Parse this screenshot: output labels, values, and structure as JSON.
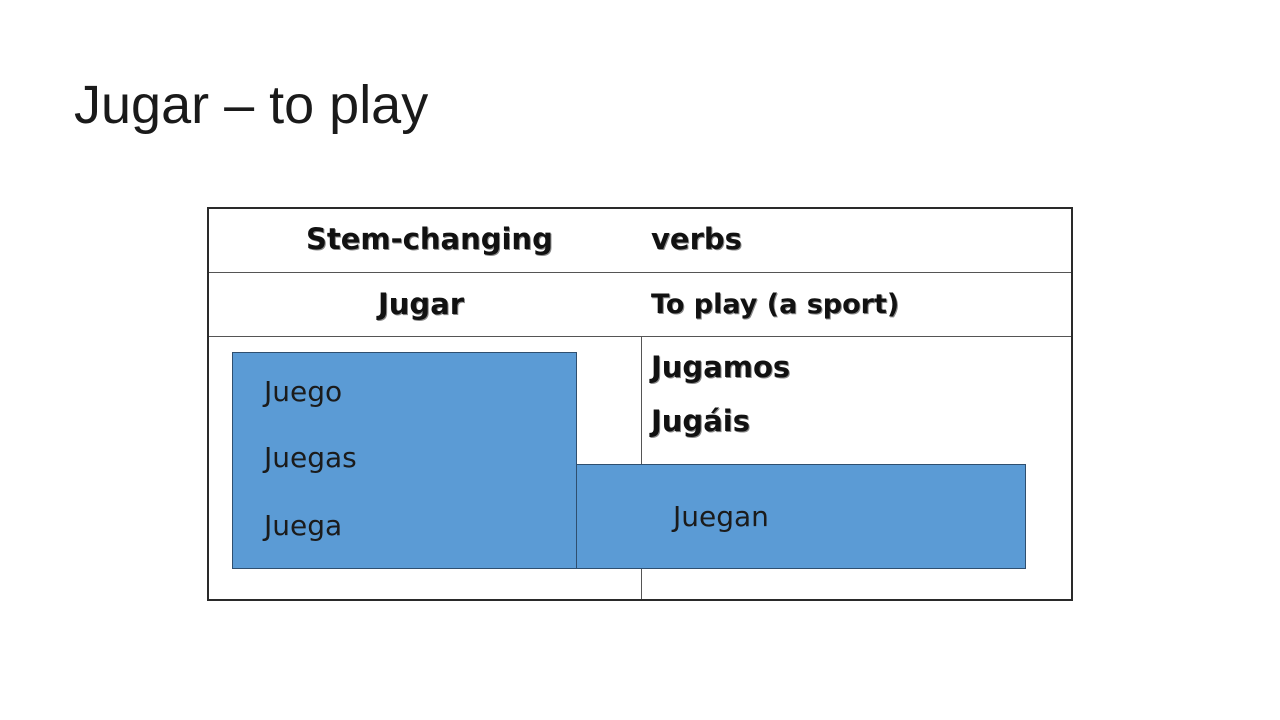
{
  "slide": {
    "title": "Jugar – to play"
  },
  "table": {
    "header_left": "Stem-changing",
    "header_right": "verbs",
    "verb": "Jugar",
    "meaning": "To play (a sport)",
    "plural_forms": [
      "Jugamos",
      "Jugáis"
    ]
  },
  "boxes": {
    "singular_forms": [
      "Juego",
      "Juegas",
      "Juega"
    ],
    "plural_third": "Juegan",
    "fill_color": "#5b9bd5"
  }
}
